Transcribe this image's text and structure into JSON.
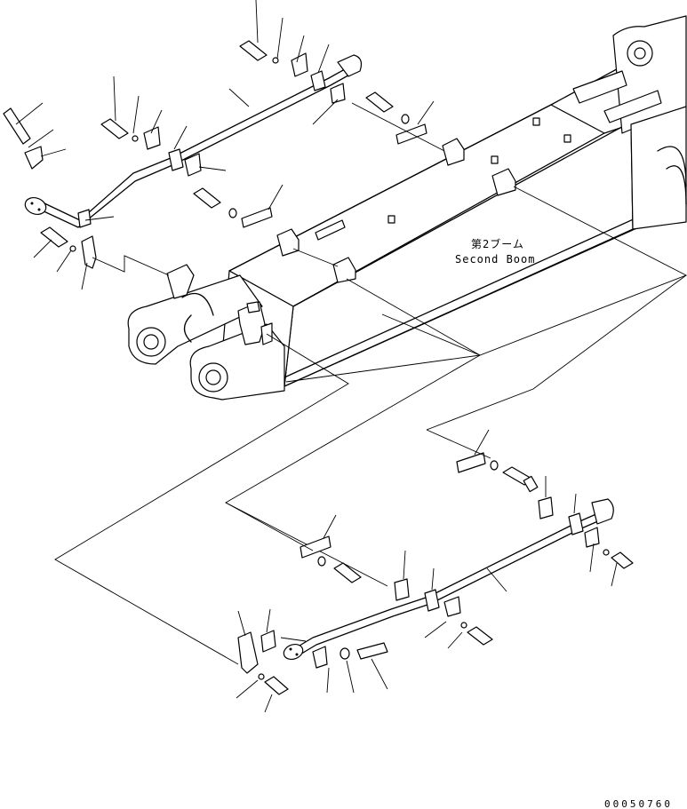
{
  "boom_label": {
    "japanese": "第2ブーム",
    "english": "Second Boom"
  },
  "figure_code": "00050760"
}
